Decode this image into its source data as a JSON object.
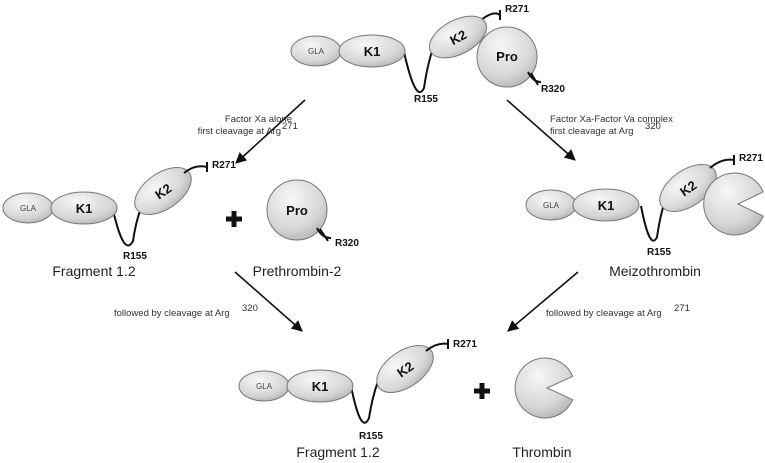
{
  "domains": {
    "gla": "GLA",
    "k1": "K1",
    "k2": "K2",
    "pro": "Pro"
  },
  "sites": {
    "r155": "R155",
    "r271": "R271",
    "r320": "R320"
  },
  "captions": {
    "fragment_top": "Fragment 1.2",
    "prethrombin": "Prethrombin-2",
    "meizothrombin": "Meizothrombin",
    "fragment_bottom": "Fragment 1.2",
    "thrombin": "Thrombin"
  },
  "notes": {
    "left_line1": "Factor Xa alone",
    "left_line2": "first cleavage at Arg",
    "left_sup": "271",
    "right_line1": "Factor Xa-Factor Va complex",
    "right_line2": "first cleavage at Arg",
    "right_sup": "320",
    "bottom_left": "followed by cleavage at Arg",
    "bottom_left_sup": "320",
    "bottom_right": "followed by cleavage at Arg",
    "bottom_right_sup": "271"
  },
  "colors": {
    "domain_fill_light": "#f2f2f2",
    "domain_fill_dark": "#b8b8b8",
    "line": "#111111"
  }
}
